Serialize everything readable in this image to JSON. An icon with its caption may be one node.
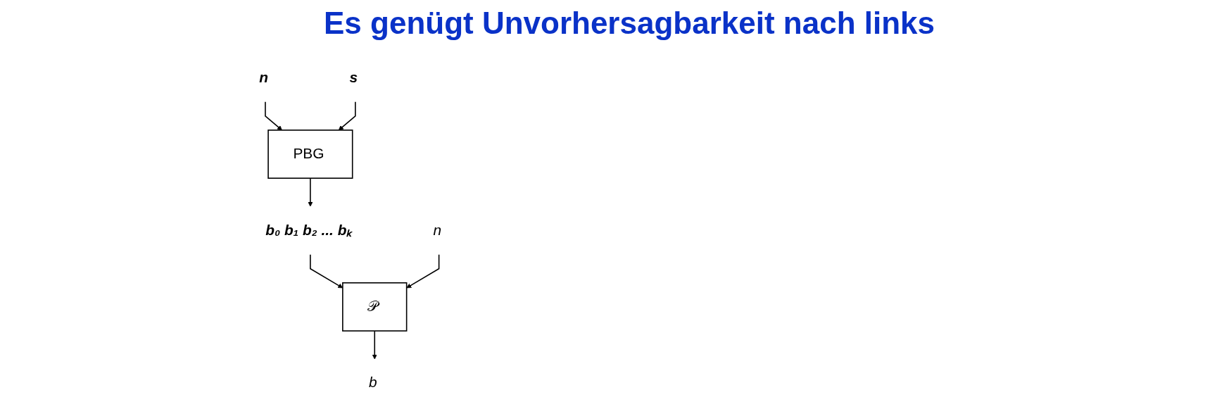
{
  "diagram": {
    "title": "Es genügt Unvorhersagbarkeit nach links",
    "nodes": [
      {
        "text": [
          "n"
        ]
      },
      {
        "text": [
          "s"
        ]
      },
      {
        "text": [
          "PBG"
        ]
      },
      {
        "text": [
          "b₀ b₁ b₂ ... bₖ"
        ]
      },
      {
        "text": [
          "n"
        ]
      },
      {
        "text": [
          "𝒫"
        ]
      },
      {
        "text": [
          "b"
        ]
      }
    ],
    "edges": [
      {
        "from": 0,
        "to": 2,
        "arrow": "to"
      },
      {
        "from": 1,
        "to": 2,
        "arrow": "to"
      },
      {
        "from": 2,
        "to": 3,
        "arrow": "to"
      },
      {
        "from": 3,
        "to": 5,
        "arrow": "to"
      },
      {
        "from": 4,
        "to": 5,
        "arrow": "to"
      },
      {
        "from": 5,
        "to": 6,
        "arrow": "to"
      }
    ]
  }
}
